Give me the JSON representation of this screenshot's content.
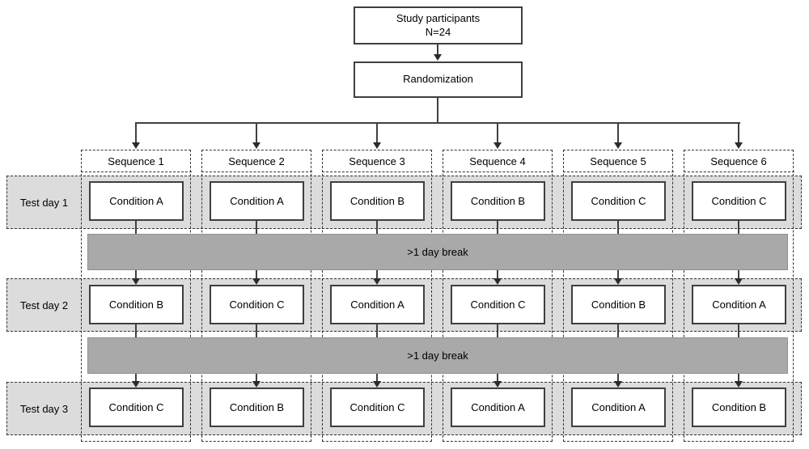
{
  "title_box": {
    "line1": "Study participants",
    "line2": "N=24"
  },
  "randomization_box": {
    "label": "Randomization"
  },
  "sequences": [
    {
      "label": "Sequence 1",
      "conditions": [
        "Condition A",
        "Condition B",
        "Condition C"
      ]
    },
    {
      "label": "Sequence 2",
      "conditions": [
        "Condition A",
        "Condition C",
        "Condition B"
      ]
    },
    {
      "label": "Sequence 3",
      "conditions": [
        "Condition B",
        "Condition A",
        "Condition C"
      ]
    },
    {
      "label": "Sequence 4",
      "conditions": [
        "Condition B",
        "Condition C",
        "Condition A"
      ]
    },
    {
      "label": "Sequence 5",
      "conditions": [
        "Condition C",
        "Condition B",
        "Condition A"
      ]
    },
    {
      "label": "Sequence 6",
      "conditions": [
        "Condition C",
        "Condition A",
        "Condition B"
      ]
    }
  ],
  "test_days": [
    "Test day 1",
    "Test day 2",
    "Test day 3"
  ],
  "breaks": [
    ">1 day break",
    ">1 day break"
  ],
  "colors": {
    "band_fill": "#dcdcdc",
    "break_fill": "#a9a9a9",
    "box_border": "#3f3f3f",
    "dash_color": "#333333",
    "line_color": "#404040"
  }
}
